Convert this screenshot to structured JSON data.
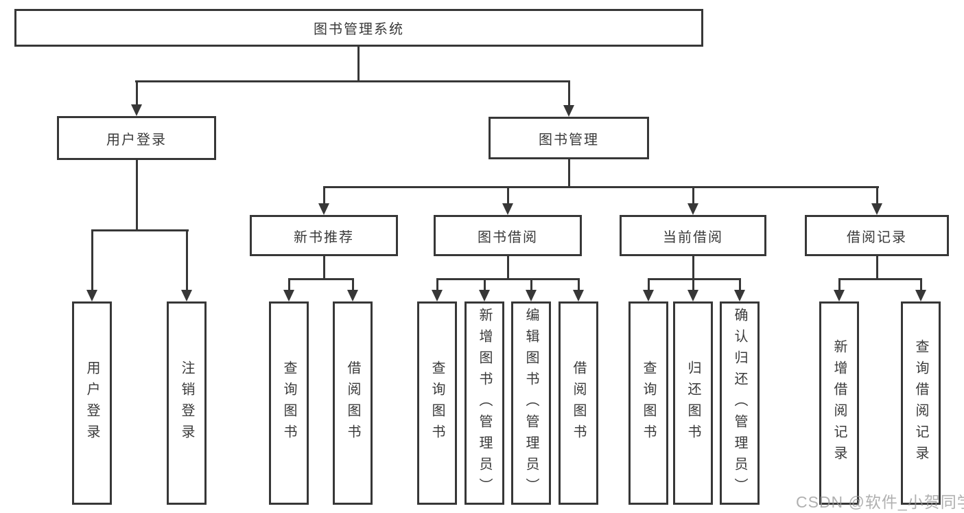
{
  "diagram": {
    "type": "hierarchy-tree",
    "root": {
      "label": "图书管理系统"
    },
    "branches": [
      {
        "label": "用户登录",
        "children": [
          {
            "label": "用户登录"
          },
          {
            "label": "注销登录"
          }
        ]
      },
      {
        "label": "图书管理",
        "children": [
          {
            "label": "新书推荐",
            "children": [
              {
                "label": "查询图书"
              },
              {
                "label": "借阅图书"
              }
            ]
          },
          {
            "label": "图书借阅",
            "children": [
              {
                "label": "查询图书"
              },
              {
                "label": "新增图书（管理员）"
              },
              {
                "label": "编辑图书（管理员）"
              },
              {
                "label": "借阅图书"
              }
            ]
          },
          {
            "label": "当前借阅",
            "children": [
              {
                "label": "查询图书"
              },
              {
                "label": "归还图书"
              },
              {
                "label": "确认归还（管理员）"
              }
            ]
          },
          {
            "label": "借阅记录",
            "children": [
              {
                "label": "新增借阅记录"
              },
              {
                "label": "查询借阅记录"
              }
            ]
          }
        ]
      }
    ],
    "colors": {
      "line": "#373737",
      "text": "#3a3a3a",
      "background": "#ffffff",
      "watermark": "#969696"
    }
  },
  "watermark": {
    "text": "CSDN @软件_小贺同学"
  }
}
